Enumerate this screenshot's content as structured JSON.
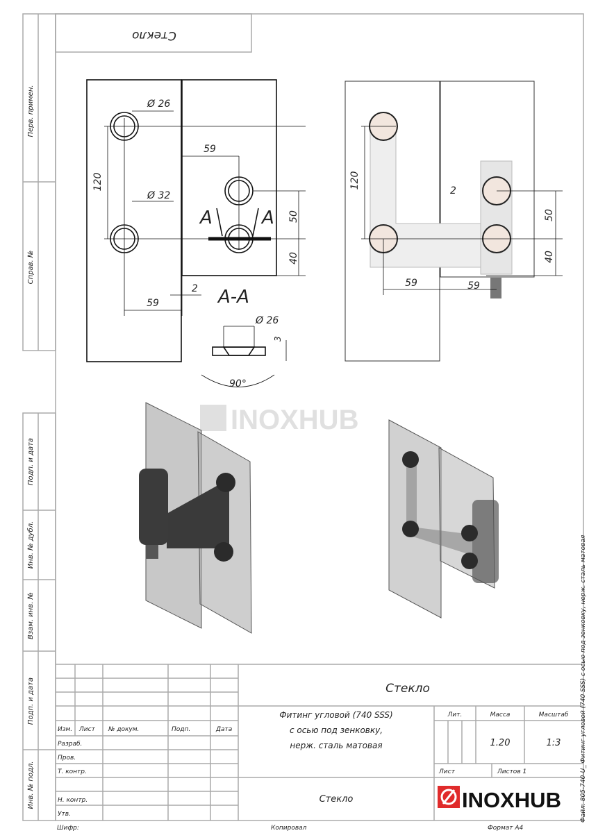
{
  "side_labels": [
    "Перв. примен.",
    "Справ. №",
    "Подп. и дата",
    "Инв. № дубл.",
    "Взам. инв. №",
    "Подп. и дата",
    "Инв. № подл."
  ],
  "mirrored_label": "Стекло",
  "dimensions": {
    "d26": "Ø 26",
    "d32": "Ø 32",
    "v120": "120",
    "h59": "59",
    "h59b": "59",
    "gap2": "2",
    "v50": "50",
    "v40": "40",
    "section": "А-А",
    "sec_a": "А",
    "d26b": "Ø 26",
    "t3": "3",
    "angle": "90°",
    "r120": "120",
    "r2": "2",
    "r50": "50",
    "r40": "40",
    "r59a": "59",
    "r59b": "59"
  },
  "watermark": "INOXHUB",
  "title_block": {
    "material_top": "Стекло",
    "description": [
      "Фитинг угловой (740 SSS)",
      "с осью под зенковку,",
      "нерж. сталь матовая"
    ],
    "col_headers": [
      "Изм.",
      "Лист",
      "№ докум.",
      "Подп.",
      "Дата"
    ],
    "row_labels": [
      "Разраб.",
      "Пров.",
      "Т. контр.",
      "",
      "Н. контр.",
      "Утв."
    ],
    "lit_label": "Лит.",
    "mass_label": "Масса",
    "scale_label": "Масштаб",
    "mass": "1.20",
    "scale": "1:3",
    "sheet_label": "Лист",
    "sheets_label": "Листов 1",
    "material_bottom": "Стекло",
    "logo": "INOXHUB"
  },
  "footer": {
    "cipher": "Шифр:",
    "copied": "Копировал",
    "format": "Формат А4"
  },
  "file_label": "Файл: 805-740-U_ Фитинг угловой (740 SSS) с осью под зенковку, нерж. сталь матовая"
}
